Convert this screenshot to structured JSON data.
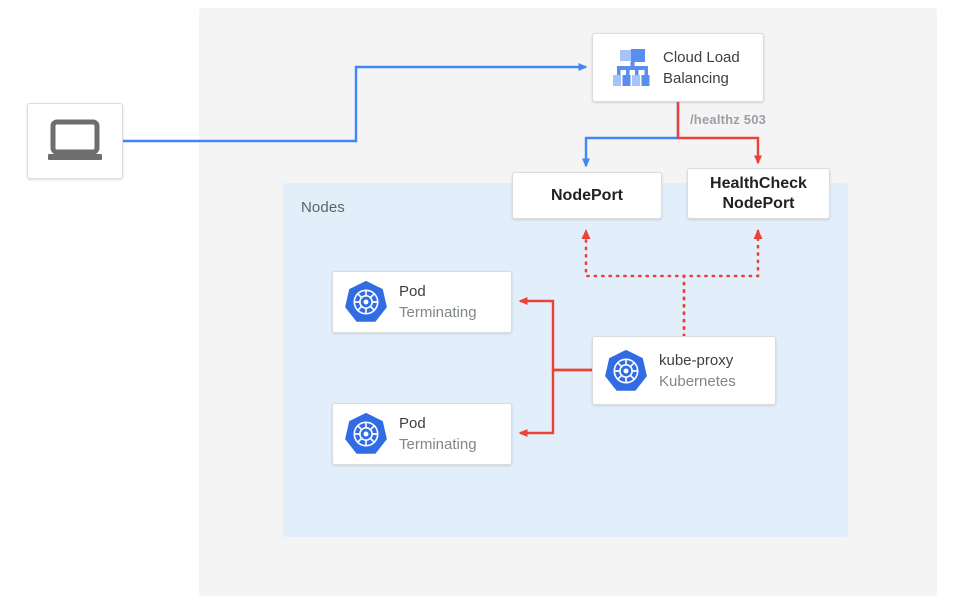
{
  "diagram": {
    "regions": {
      "outer_panel": {
        "name": "outer-background-panel",
        "color": "#f4f4f4"
      },
      "nodes": {
        "label": "Nodes",
        "color": "#e2effb"
      }
    },
    "nodes_label": "Nodes",
    "client": {
      "icon": "laptop-icon",
      "label": ""
    },
    "cloud_load_balancing": {
      "title": "Cloud Load",
      "title2": "Balancing",
      "icon": "cloud-load-balancing-icon"
    },
    "healthz_label": "/healthz 503",
    "nodeport": {
      "title": "NodePort"
    },
    "healthcheck_nodeport": {
      "title": "HealthCheck",
      "title2": "NodePort"
    },
    "pods": [
      {
        "title": "Pod",
        "subtitle": "Terminating",
        "icon": "kubernetes-icon"
      },
      {
        "title": "Pod",
        "subtitle": "Terminating",
        "icon": "kubernetes-icon"
      }
    ],
    "kube_proxy": {
      "title": "kube-proxy",
      "subtitle": "Kubernetes",
      "icon": "kubernetes-icon"
    },
    "colors": {
      "blue_flow": "#4285f4",
      "red_flow": "#ea4335",
      "red_dotted": "#ea4335",
      "kubernetes_blue": "#326ce5",
      "panel_gray": "#f4f4f4",
      "nodes_blue": "#e2effb",
      "icon_blue_dark": "#5b8def",
      "icon_blue_light": "#a6c4f8",
      "laptop_gray": "#6e6e6e",
      "card_border": "#dadce0",
      "text_dark": "#202124",
      "text_mid": "#3c4043",
      "text_muted": "#80868b",
      "text_label": "#5f6368"
    },
    "connections": [
      {
        "from": "client",
        "to": "cloud-load-balancing",
        "style": "solid",
        "color": "#4285f4"
      },
      {
        "from": "cloud-load-balancing",
        "to": "nodeport",
        "style": "solid",
        "color": "#4285f4"
      },
      {
        "from": "cloud-load-balancing",
        "to": "healthcheck-nodeport",
        "style": "solid",
        "color": "#ea4335",
        "label": "/healthz 503"
      },
      {
        "from": "kube-proxy",
        "to": "pod-1",
        "style": "solid",
        "color": "#ea4335"
      },
      {
        "from": "kube-proxy",
        "to": "pod-2",
        "style": "solid",
        "color": "#ea4335"
      },
      {
        "from": "kube-proxy",
        "to": "nodeport",
        "style": "dotted",
        "color": "#ea4335"
      },
      {
        "from": "kube-proxy",
        "to": "healthcheck-nodeport",
        "style": "dotted",
        "color": "#ea4335"
      }
    ]
  }
}
